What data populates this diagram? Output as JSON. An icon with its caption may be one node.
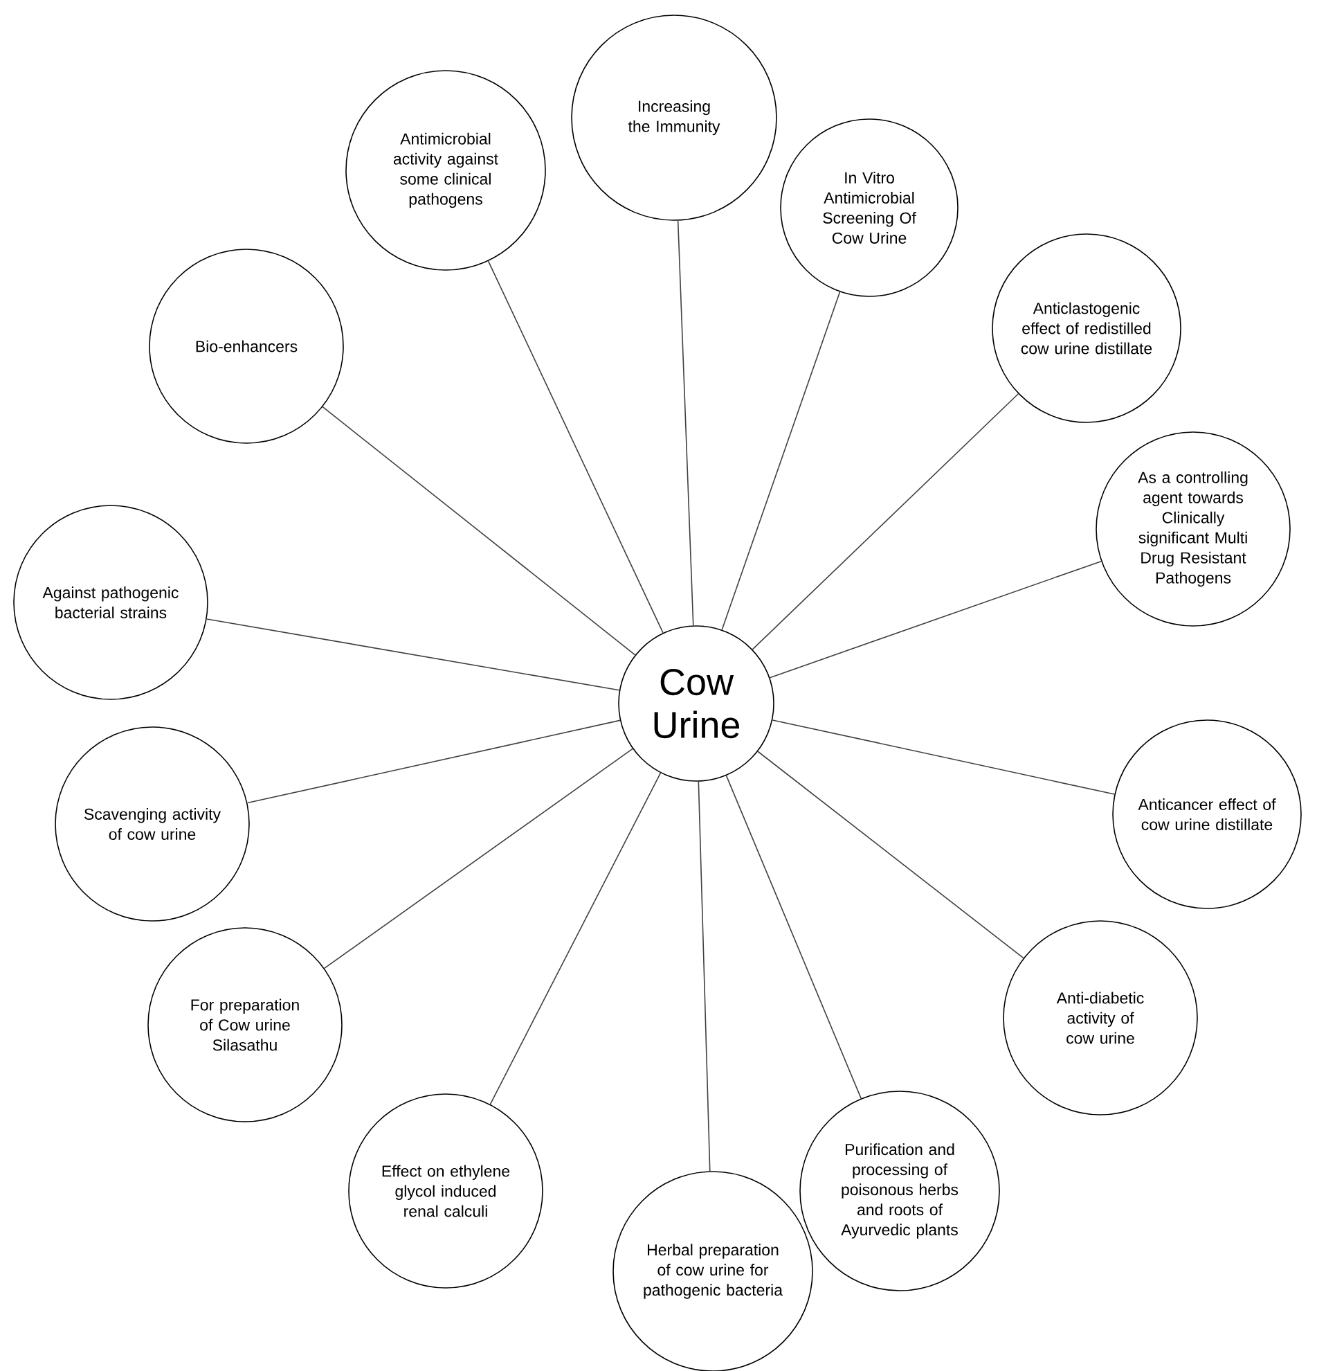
{
  "diagram": {
    "nodes": [
      {
        "text": [
          "Cow Urine"
        ]
      },
      {
        "text": [
          "Increasing the Immunity"
        ]
      },
      {
        "text": [
          "In Vitro Antimicrobial Screening Of Cow Urine"
        ]
      },
      {
        "text": [
          "Anticlastogenic effect of redistilled cow urine distillate"
        ]
      },
      {
        "text": [
          "As a controlling agent towards Clinically significant Multi Drug Resistant Pathogens"
        ]
      },
      {
        "text": [
          "Anticancer effect of cow urine distillate"
        ]
      },
      {
        "text": [
          "Anti-diabetic activity of cow urine"
        ]
      },
      {
        "text": [
          "Purification and processing of poisonous herbs and roots of Ayurvedic plants"
        ]
      },
      {
        "text": [
          "Herbal preparation of cow urine for pathogenic bacteria"
        ]
      },
      {
        "text": [
          "Effect on ethylene glycol induced renal calculi"
        ]
      },
      {
        "text": [
          "For preparation of Cow urine Silasathu"
        ]
      },
      {
        "text": [
          "Scavenging activity of cow urine"
        ]
      },
      {
        "text": [
          "Against pathogenic bacterial strains"
        ]
      },
      {
        "text": [
          "Bio-enhancers"
        ]
      },
      {
        "text": [
          "Antimicrobial activity against some clinical pathogens"
        ]
      }
    ],
    "edges": [
      {
        "from": 0,
        "to": 1,
        "arrow": "none"
      },
      {
        "from": 0,
        "to": 2,
        "arrow": "none"
      },
      {
        "from": 0,
        "to": 3,
        "arrow": "none"
      },
      {
        "from": 0,
        "to": 4,
        "arrow": "none"
      },
      {
        "from": 0,
        "to": 5,
        "arrow": "none"
      },
      {
        "from": 0,
        "to": 6,
        "arrow": "none"
      },
      {
        "from": 0,
        "to": 7,
        "arrow": "none"
      },
      {
        "from": 0,
        "to": 8,
        "arrow": "none"
      },
      {
        "from": 0,
        "to": 9,
        "arrow": "none"
      },
      {
        "from": 0,
        "to": 10,
        "arrow": "none"
      },
      {
        "from": 0,
        "to": 11,
        "arrow": "none"
      },
      {
        "from": 0,
        "to": 12,
        "arrow": "none"
      },
      {
        "from": 0,
        "to": 13,
        "arrow": "none"
      },
      {
        "from": 0,
        "to": 14,
        "arrow": "none"
      }
    ]
  }
}
